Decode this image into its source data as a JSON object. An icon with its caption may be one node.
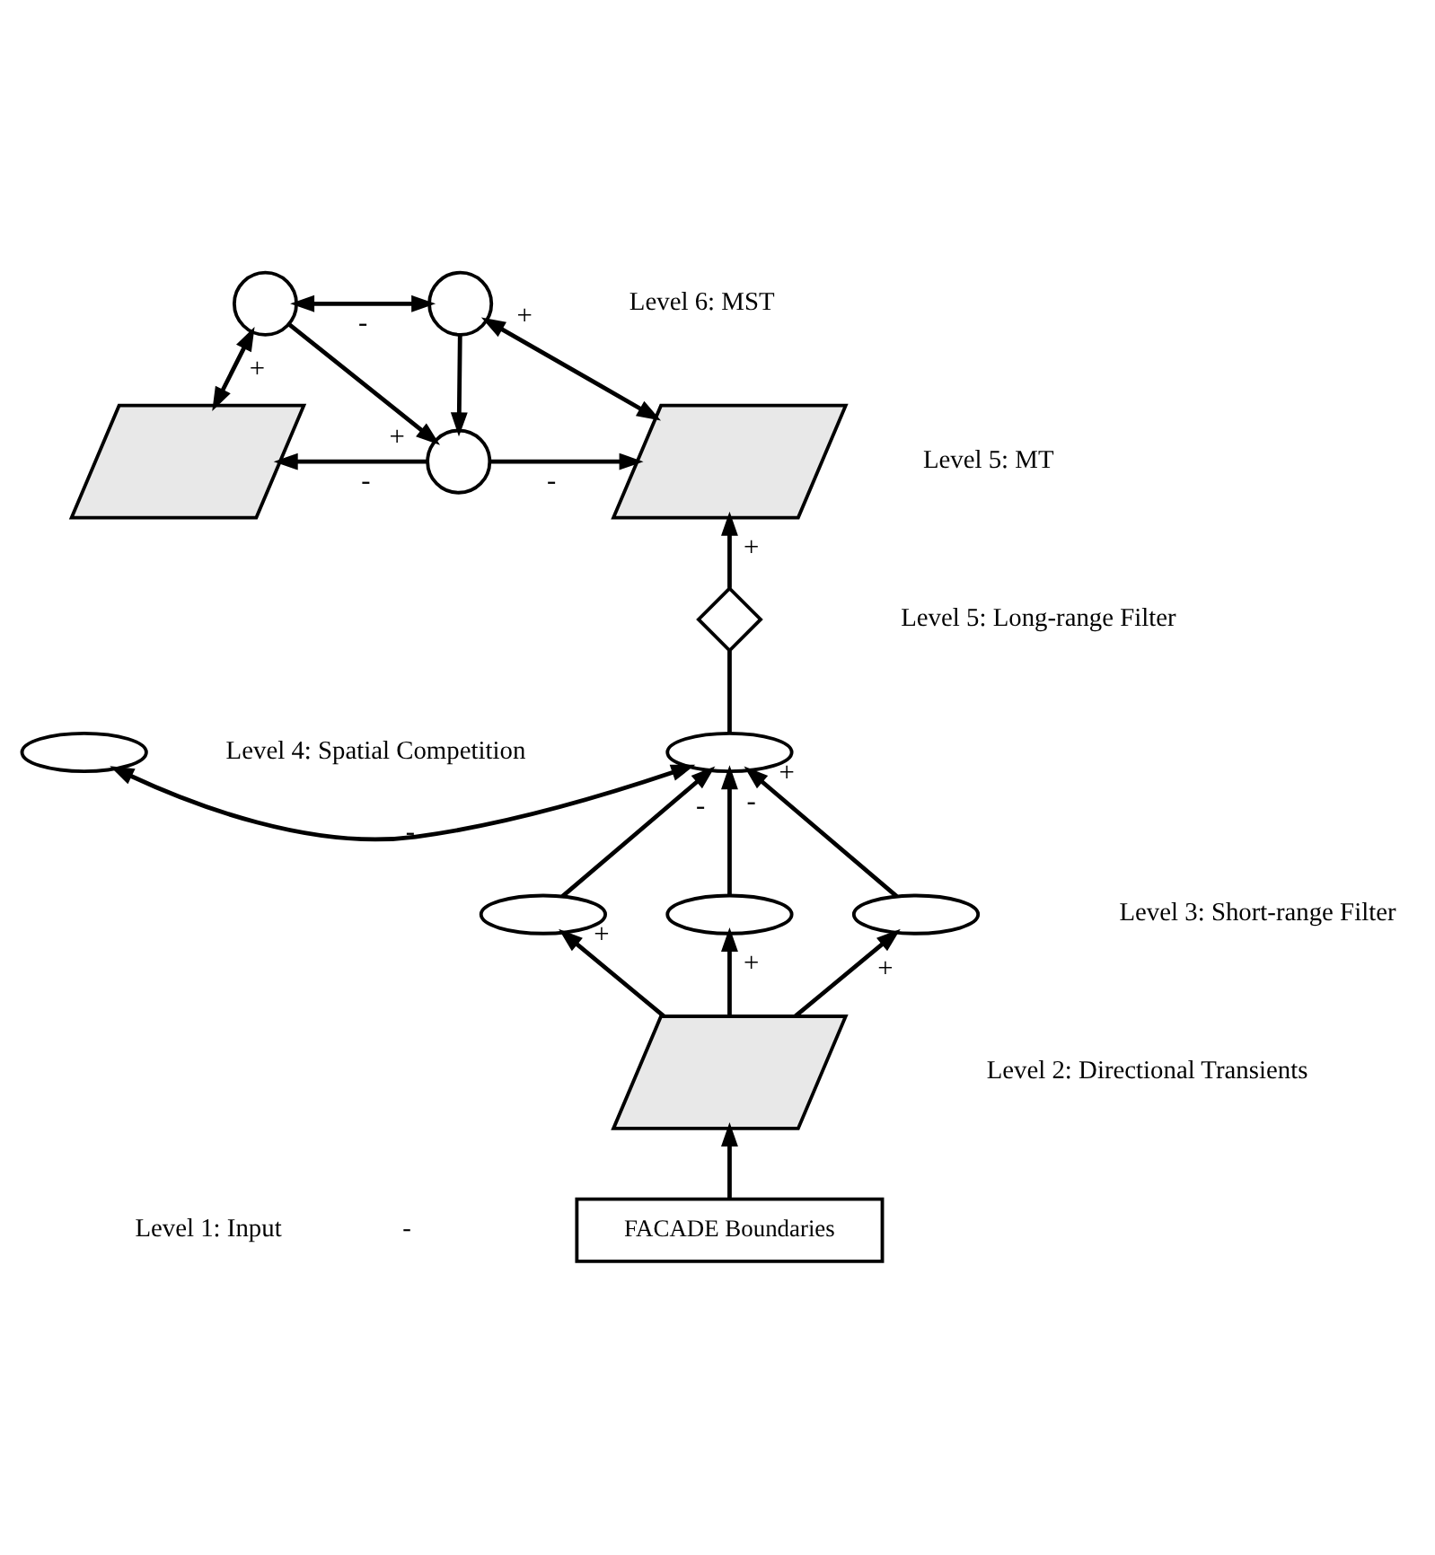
{
  "diagram": {
    "nodes": [
      {
        "text": [
          "FACADE Boundaries"
        ]
      },
      {
        "text": [],
        "shape": "parallelogram"
      },
      {
        "text": [],
        "shape": "ellipse"
      },
      {
        "text": [],
        "shape": "ellipse"
      },
      {
        "text": [],
        "shape": "ellipse"
      },
      {
        "text": [],
        "shape": "ellipse"
      },
      {
        "text": [],
        "shape": "ellipse"
      },
      {
        "text": [],
        "shape": "diamond"
      },
      {
        "text": [],
        "shape": "parallelogram"
      },
      {
        "text": [],
        "shape": "parallelogram"
      },
      {
        "text": [],
        "shape": "circle"
      },
      {
        "text": [],
        "shape": "circle"
      },
      {
        "text": [],
        "shape": "circle"
      }
    ],
    "edges": [
      {
        "from": 0,
        "to": 1,
        "arrow": "to"
      },
      {
        "from": 1,
        "to": 2,
        "arrow": "to",
        "label": "+"
      },
      {
        "from": 1,
        "to": 3,
        "arrow": "to",
        "label": "+"
      },
      {
        "from": 1,
        "to": 4,
        "arrow": "to",
        "label": "+"
      },
      {
        "from": 2,
        "to": 6,
        "arrow": "to",
        "label": "-"
      },
      {
        "from": 3,
        "to": 6,
        "arrow": "to",
        "label": "-"
      },
      {
        "from": 4,
        "to": 6,
        "arrow": "to",
        "label": "+"
      },
      {
        "from": 5,
        "to": 6,
        "arrow": "both",
        "label": "-"
      },
      {
        "from": 6,
        "to": 7,
        "arrow": "none"
      },
      {
        "from": 7,
        "to": 9,
        "arrow": "to",
        "label": "+"
      },
      {
        "from": 8,
        "to": 10,
        "arrow": "both",
        "label": "+"
      },
      {
        "from": 9,
        "to": 11,
        "arrow": "both",
        "label": "+"
      },
      {
        "from": 10,
        "to": 11,
        "arrow": "both",
        "label": "-"
      },
      {
        "from": 10,
        "to": 12,
        "arrow": "to",
        "label": "+"
      },
      {
        "from": 11,
        "to": 12,
        "arrow": "to"
      },
      {
        "from": 12,
        "to": 8,
        "arrow": "to",
        "label": "-"
      },
      {
        "from": 12,
        "to": 9,
        "arrow": "to",
        "label": "-"
      }
    ],
    "labels": [
      "-",
      "Level 6: MST",
      "Level 5: MT",
      "Level 5: Long-range Filter",
      "Level 4: Spatial Competition",
      "Level 3: Short-range Filter",
      "Level 2: Directional Transients",
      "Level 1: Input"
    ]
  }
}
